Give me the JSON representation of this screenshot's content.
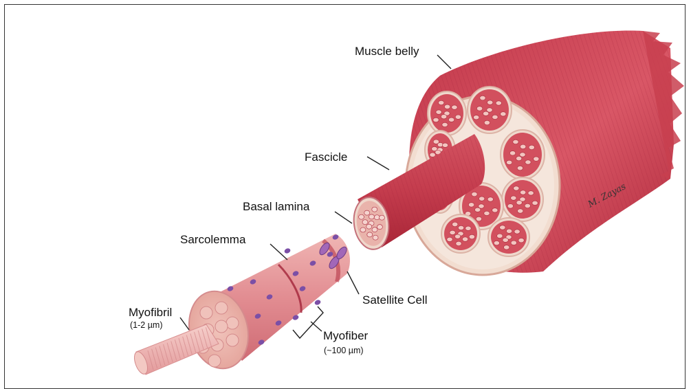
{
  "labels": {
    "muscle_belly": "Muscle belly",
    "fascicle": "Fascicle",
    "basal_lamina": "Basal lamina",
    "sarcolemma": "Sarcolemma",
    "satellite_cell": "Satellite Cell",
    "myofibril": "Myofibril",
    "myofibril_size": "(1-2 µm)",
    "myofiber": "Myofiber",
    "myofiber_size": "(~100 µm)"
  },
  "signature": "M. Zayas",
  "colors": {
    "muscle_dark": "#b82d3f",
    "muscle_mid": "#d2505e",
    "muscle_light": "#e88a90",
    "tissue_pale": "#f4d6cc",
    "nucleus": "#7b4fa6",
    "leader": "#222222"
  }
}
